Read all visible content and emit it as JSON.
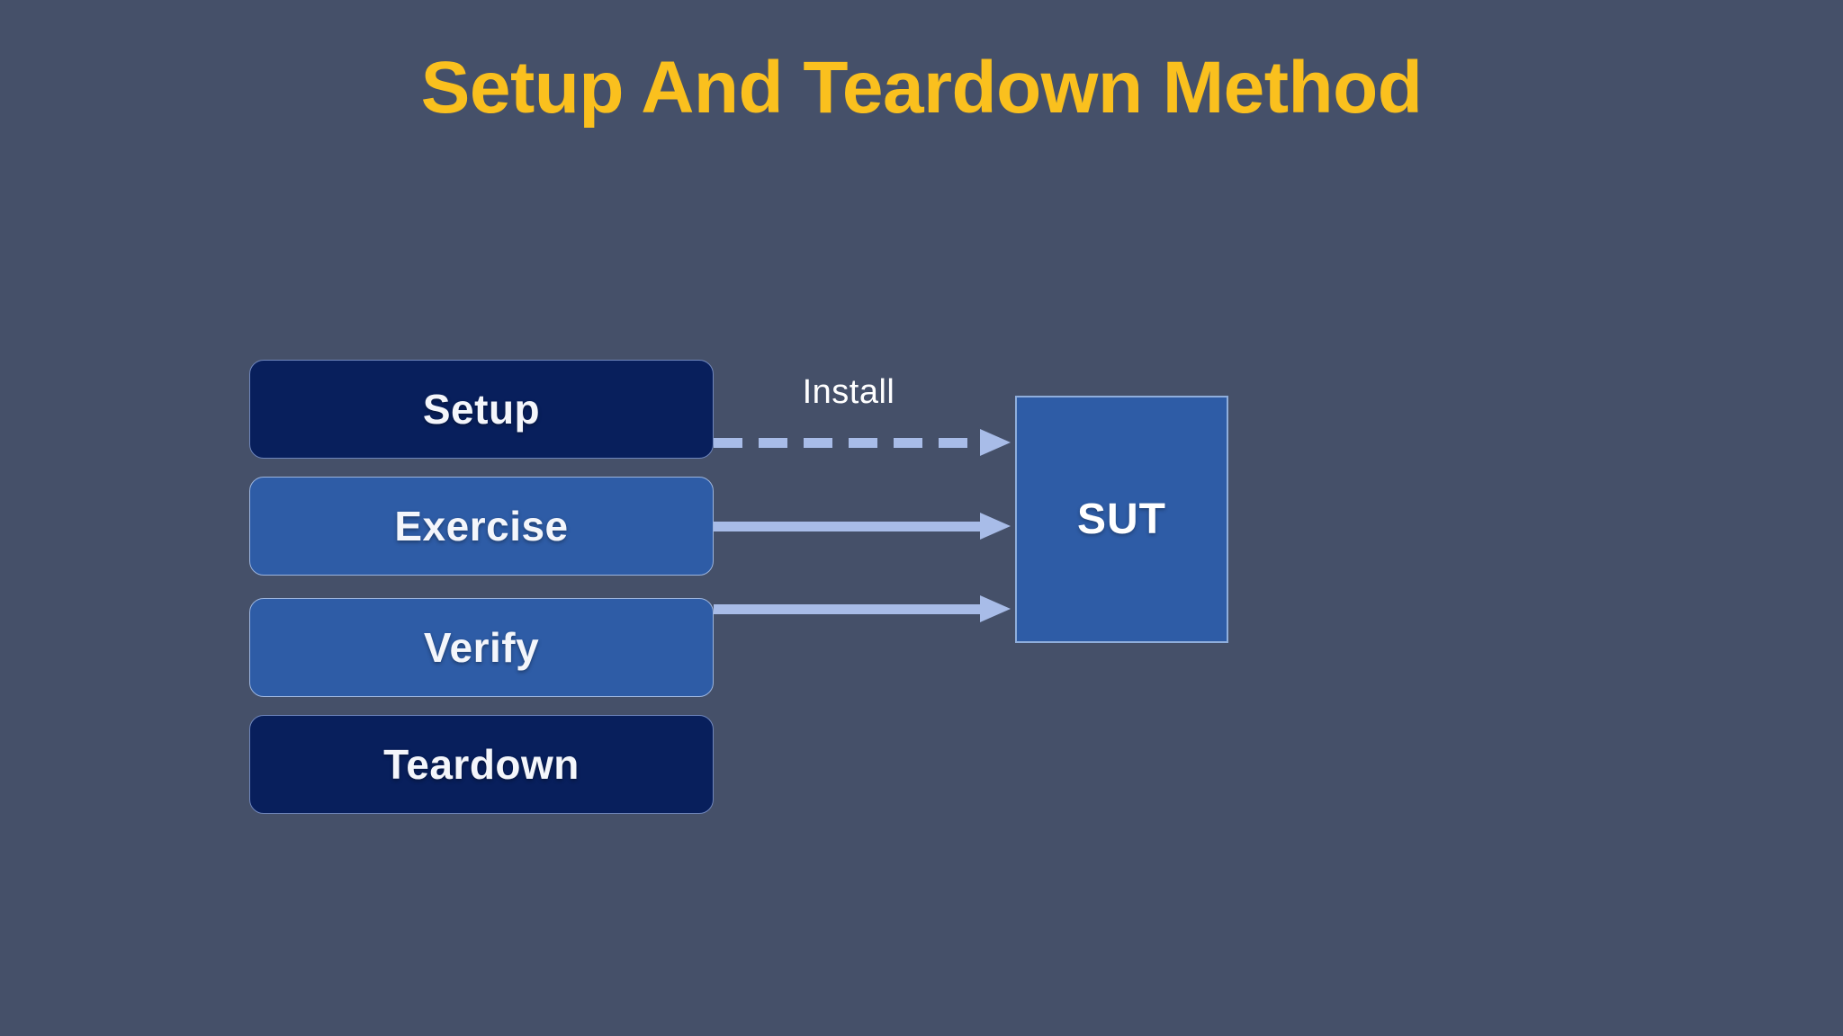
{
  "slide": {
    "title": "Setup And Teardown Method",
    "background_color": "#455069",
    "title_color": "#FAC01E"
  },
  "phases": [
    {
      "label": "Setup",
      "style": "dark",
      "fill": "#081F5C"
    },
    {
      "label": "Exercise",
      "style": "light",
      "fill": "#2E5CA6"
    },
    {
      "label": "Verify",
      "style": "light",
      "fill": "#2E5CA6"
    },
    {
      "label": "Teardown",
      "style": "dark",
      "fill": "#081F5C"
    }
  ],
  "sut": {
    "label": "SUT",
    "fill": "#2E5CA6",
    "border_color": "#8FAEDC"
  },
  "connectors": [
    {
      "from": "Setup",
      "to": "SUT",
      "label": "Install",
      "line_style": "dashed",
      "color": "#A8BCE8"
    },
    {
      "from": "Exercise",
      "to": "SUT",
      "label": "",
      "line_style": "solid",
      "color": "#A8BCE8"
    },
    {
      "from": "Verify",
      "to": "SUT",
      "label": "",
      "line_style": "solid",
      "color": "#A8BCE8"
    }
  ]
}
